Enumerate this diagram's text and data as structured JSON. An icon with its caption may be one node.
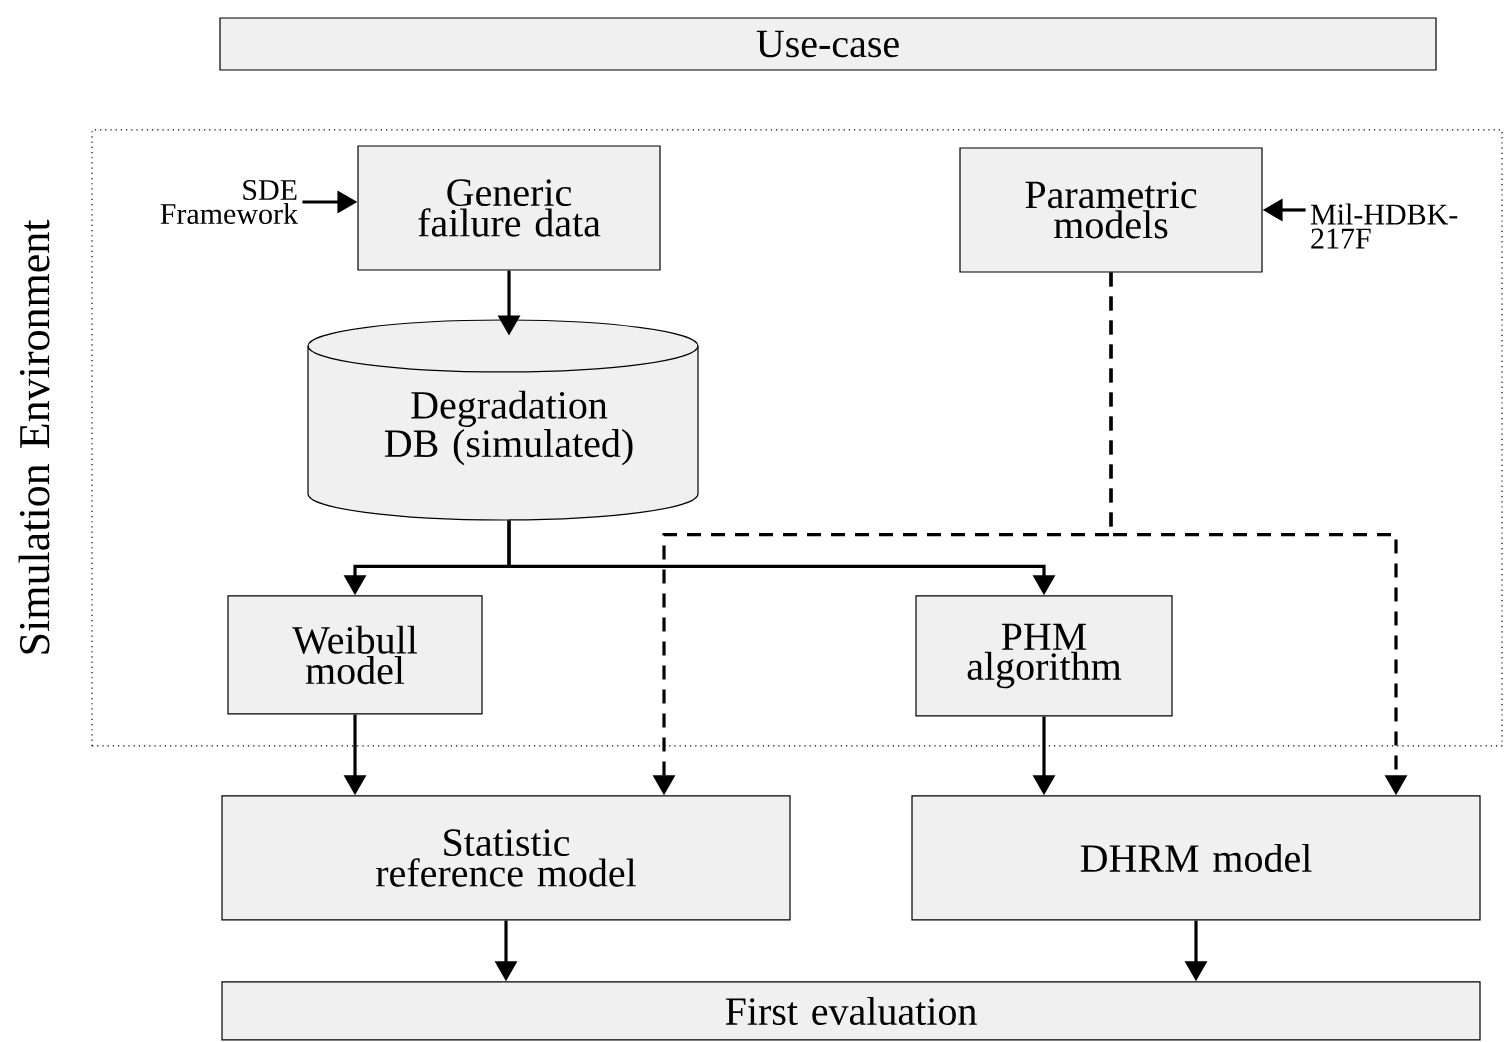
{
  "diagram": {
    "nodes": [
      {
        "text": [
          "Use-case"
        ]
      },
      {
        "text": [
          "Simulation Environment"
        ]
      },
      {
        "text": [
          "SDE Framework"
        ],
        "in": 1
      },
      {
        "text": [
          "Generic failure data"
        ],
        "in": 1
      },
      {
        "text": [
          "Parametric models"
        ],
        "in": 1
      },
      {
        "text": [
          "Mil-HDBK-217F"
        ],
        "in": 1
      },
      {
        "text": [
          "Degradation DB (simulated)"
        ],
        "in": 1
      },
      {
        "text": [
          "Weibull model"
        ],
        "in": 1
      },
      {
        "text": [
          "PHM algorithm"
        ],
        "in": 1
      },
      {
        "text": [
          "Statistic reference model"
        ]
      },
      {
        "text": [
          "DHRM model"
        ]
      },
      {
        "text": [
          "First evaluation"
        ]
      }
    ],
    "edges": [
      {
        "from": 2,
        "to": 3,
        "arrow": "to"
      },
      {
        "from": 3,
        "to": 6,
        "arrow": "to"
      },
      {
        "from": 6,
        "to": 7,
        "arrow": "to"
      },
      {
        "from": 6,
        "to": 8,
        "arrow": "to"
      },
      {
        "from": 5,
        "to": 4,
        "arrow": "to"
      },
      {
        "from": 4,
        "to": 9,
        "arrow": "to",
        "style": "dashed"
      },
      {
        "from": 4,
        "to": 10,
        "arrow": "to",
        "style": "dashed"
      },
      {
        "from": 7,
        "to": 9,
        "arrow": "to"
      },
      {
        "from": 8,
        "to": 10,
        "arrow": "to"
      },
      {
        "from": 9,
        "to": 11,
        "arrow": "to"
      },
      {
        "from": 10,
        "to": 11,
        "arrow": "to"
      }
    ]
  }
}
